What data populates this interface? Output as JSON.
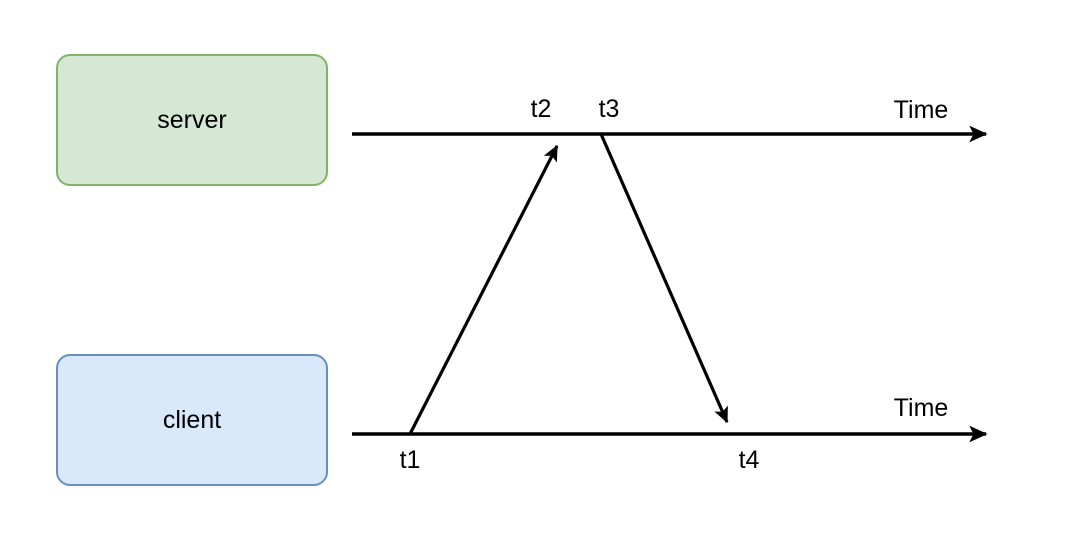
{
  "diagram": {
    "type": "sequence-timing-diagram",
    "background_color": "#ffffff",
    "stroke_color": "#000000",
    "nodes": [
      {
        "id": "server",
        "label": "server",
        "fill": "#d5e8d4",
        "border": "#82b366"
      },
      {
        "id": "client",
        "label": "client",
        "fill": "#dae8fc",
        "border": "#6c8ebf"
      }
    ],
    "timelines": [
      {
        "id": "server-timeline",
        "axis_label": "Time"
      },
      {
        "id": "client-timeline",
        "axis_label": "Time"
      }
    ],
    "timestamps": [
      {
        "id": "t1",
        "label": "t1",
        "timeline": "client",
        "position": "below"
      },
      {
        "id": "t2",
        "label": "t2",
        "timeline": "server",
        "position": "above"
      },
      {
        "id": "t3",
        "label": "t3",
        "timeline": "server",
        "position": "above"
      },
      {
        "id": "t4",
        "label": "t4",
        "timeline": "client",
        "position": "below"
      }
    ],
    "messages": [
      {
        "id": "request",
        "from": "t1",
        "to": "t2",
        "direction": "client-to-server"
      },
      {
        "id": "response",
        "from": "t3",
        "to": "t4",
        "direction": "server-to-client"
      }
    ]
  }
}
